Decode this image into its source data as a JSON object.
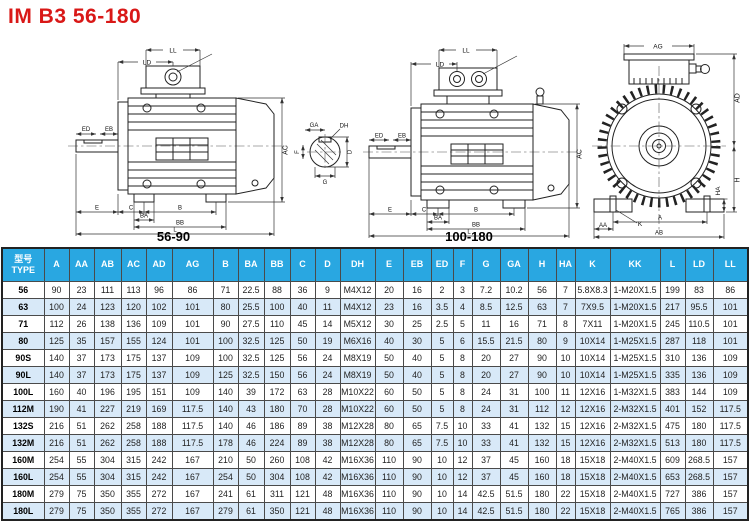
{
  "title": "IM B3  56-180",
  "colors": {
    "title": "#d91817",
    "header_bg": "#29a7e1",
    "row_alt": "#d8e9f8",
    "line": "#222222"
  },
  "drawings": {
    "left": {
      "caption": "56-90",
      "labels": {
        "ll": "LL",
        "ld": "LD",
        "ed": "ED",
        "eb": "EB",
        "ac": "AC",
        "e": "E",
        "c": "C",
        "b": "B",
        "ba": "BA",
        "bb": "BB",
        "l": "L"
      }
    },
    "shaft": {
      "labels": {
        "ga": "GA",
        "dh": "DH",
        "d": "D",
        "f": "F",
        "g": "G"
      }
    },
    "middle": {
      "caption": "100-180",
      "labels": {
        "ll": "LL",
        "ld": "LD",
        "ed": "ED",
        "eb": "EB",
        "ac": "AC",
        "e": "E",
        "c": "C",
        "b": "B",
        "ba": "BA",
        "bb": "BB",
        "l": "L"
      }
    },
    "right": {
      "labels": {
        "ag": "AG",
        "ad": "AD",
        "ha": "HA",
        "h": "H",
        "k": "K",
        "a": "A",
        "aa": "AA",
        "ab": "AB"
      }
    }
  },
  "table": {
    "type_header": {
      "line1": "型号",
      "line2": "TYPE"
    },
    "columns": [
      "A",
      "AA",
      "AB",
      "AC",
      "AD",
      "AG",
      "B",
      "BA",
      "BB",
      "C",
      "D",
      "DH",
      "E",
      "EB",
      "ED",
      "F",
      "G",
      "GA",
      "H",
      "HA",
      "K",
      "KK",
      "L",
      "LD",
      "LL"
    ],
    "rows": [
      {
        "type": "56",
        "values": [
          "90",
          "23",
          "111",
          "113",
          "96",
          "86",
          "71",
          "22.5",
          "88",
          "36",
          "9",
          "M4X12",
          "20",
          "16",
          "2",
          "3",
          "7.2",
          "10.2",
          "56",
          "7",
          "5.8X8.3",
          "1-M20X1.5",
          "199",
          "83",
          "86"
        ]
      },
      {
        "type": "63",
        "values": [
          "100",
          "24",
          "123",
          "120",
          "102",
          "101",
          "80",
          "25.5",
          "100",
          "40",
          "11",
          "M4X12",
          "23",
          "16",
          "3.5",
          "4",
          "8.5",
          "12.5",
          "63",
          "7",
          "7X9.5",
          "1-M20X1.5",
          "217",
          "95.5",
          "101"
        ]
      },
      {
        "type": "71",
        "values": [
          "112",
          "26",
          "138",
          "136",
          "109",
          "101",
          "90",
          "27.5",
          "110",
          "45",
          "14",
          "M5X12",
          "30",
          "25",
          "2.5",
          "5",
          "11",
          "16",
          "71",
          "8",
          "7X11",
          "1-M20X1.5",
          "245",
          "110.5",
          "101"
        ]
      },
      {
        "type": "80",
        "values": [
          "125",
          "35",
          "157",
          "155",
          "124",
          "101",
          "100",
          "32.5",
          "125",
          "50",
          "19",
          "M6X16",
          "40",
          "30",
          "5",
          "6",
          "15.5",
          "21.5",
          "80",
          "9",
          "10X14",
          "1-M25X1.5",
          "287",
          "118",
          "101"
        ]
      },
      {
        "type": "90S",
        "values": [
          "140",
          "37",
          "173",
          "175",
          "137",
          "109",
          "100",
          "32.5",
          "125",
          "56",
          "24",
          "M8X19",
          "50",
          "40",
          "5",
          "8",
          "20",
          "27",
          "90",
          "10",
          "10X14",
          "1-M25X1.5",
          "310",
          "136",
          "109"
        ]
      },
      {
        "type": "90L",
        "values": [
          "140",
          "37",
          "173",
          "175",
          "137",
          "109",
          "125",
          "32.5",
          "150",
          "56",
          "24",
          "M8X19",
          "50",
          "40",
          "5",
          "8",
          "20",
          "27",
          "90",
          "10",
          "10X14",
          "1-M25X1.5",
          "335",
          "136",
          "109"
        ]
      },
      {
        "type": "100L",
        "values": [
          "160",
          "40",
          "196",
          "195",
          "151",
          "109",
          "140",
          "39",
          "172",
          "63",
          "28",
          "M10X22",
          "60",
          "50",
          "5",
          "8",
          "24",
          "31",
          "100",
          "11",
          "12X16",
          "1-M32X1.5",
          "383",
          "144",
          "109"
        ]
      },
      {
        "type": "112M",
        "values": [
          "190",
          "41",
          "227",
          "219",
          "169",
          "117.5",
          "140",
          "43",
          "180",
          "70",
          "28",
          "M10X22",
          "60",
          "50",
          "5",
          "8",
          "24",
          "31",
          "112",
          "12",
          "12X16",
          "2-M32X1.5",
          "401",
          "152",
          "117.5"
        ]
      },
      {
        "type": "132S",
        "values": [
          "216",
          "51",
          "262",
          "258",
          "188",
          "117.5",
          "140",
          "46",
          "186",
          "89",
          "38",
          "M12X28",
          "80",
          "65",
          "7.5",
          "10",
          "33",
          "41",
          "132",
          "15",
          "12X16",
          "2-M32X1.5",
          "475",
          "180",
          "117.5"
        ]
      },
      {
        "type": "132M",
        "values": [
          "216",
          "51",
          "262",
          "258",
          "188",
          "117.5",
          "178",
          "46",
          "224",
          "89",
          "38",
          "M12X28",
          "80",
          "65",
          "7.5",
          "10",
          "33",
          "41",
          "132",
          "15",
          "12X16",
          "2-M32X1.5",
          "513",
          "180",
          "117.5"
        ]
      },
      {
        "type": "160M",
        "values": [
          "254",
          "55",
          "304",
          "315",
          "242",
          "167",
          "210",
          "50",
          "260",
          "108",
          "42",
          "M16X36",
          "110",
          "90",
          "10",
          "12",
          "37",
          "45",
          "160",
          "18",
          "15X18",
          "2-M40X1.5",
          "609",
          "268.5",
          "157"
        ]
      },
      {
        "type": "160L",
        "values": [
          "254",
          "55",
          "304",
          "315",
          "242",
          "167",
          "254",
          "50",
          "304",
          "108",
          "42",
          "M16X36",
          "110",
          "90",
          "10",
          "12",
          "37",
          "45",
          "160",
          "18",
          "15X18",
          "2-M40X1.5",
          "653",
          "268.5",
          "157"
        ]
      },
      {
        "type": "180M",
        "values": [
          "279",
          "75",
          "350",
          "355",
          "272",
          "167",
          "241",
          "61",
          "311",
          "121",
          "48",
          "M16X36",
          "110",
          "90",
          "10",
          "14",
          "42.5",
          "51.5",
          "180",
          "22",
          "15X18",
          "2-M40X1.5",
          "727",
          "386",
          "157"
        ]
      },
      {
        "type": "180L",
        "values": [
          "279",
          "75",
          "350",
          "355",
          "272",
          "167",
          "279",
          "61",
          "350",
          "121",
          "48",
          "M16X36",
          "110",
          "90",
          "10",
          "14",
          "42.5",
          "51.5",
          "180",
          "22",
          "15X18",
          "2-M40X1.5",
          "765",
          "386",
          "157"
        ]
      }
    ]
  }
}
